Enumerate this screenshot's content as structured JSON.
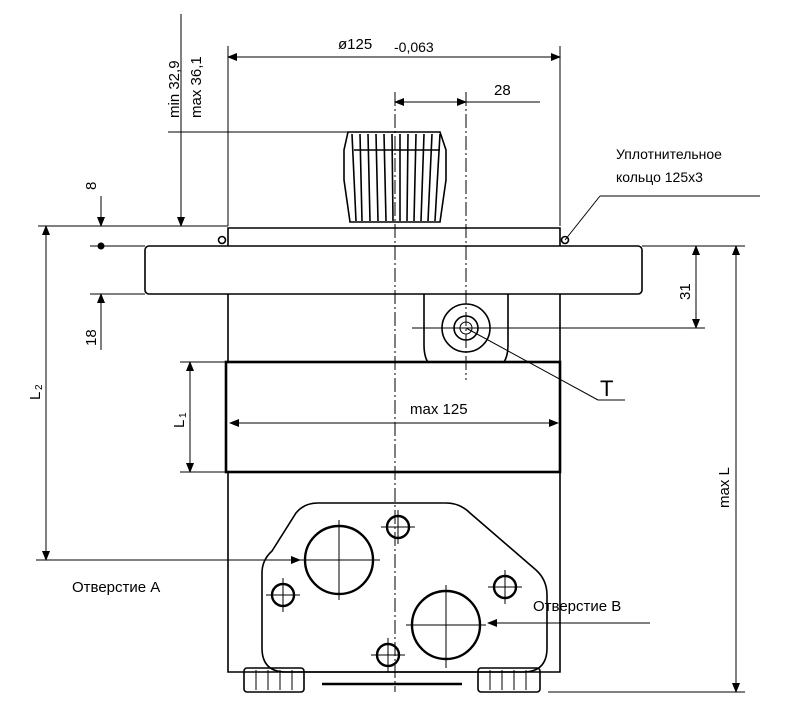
{
  "dimensions": {
    "diameter_main": "ø125",
    "diameter_tol": "-0,063",
    "shaft_offset": "28",
    "min_height": "min 32,9",
    "max_height": "max 36,1",
    "flange_gap": "8",
    "flange_thickness": "18",
    "port_height": "31",
    "body_width": "max 125",
    "l1_main": "L",
    "l1_sub": "1",
    "l2_main": "L",
    "l2_sub": "2",
    "max_length": "max L"
  },
  "labels": {
    "seal_line1": "Уплотнительное",
    "seal_line2": "кольцо 125x3",
    "drain_port": "T",
    "port_a": "Отверстие A",
    "port_b": "Отверстие B"
  }
}
